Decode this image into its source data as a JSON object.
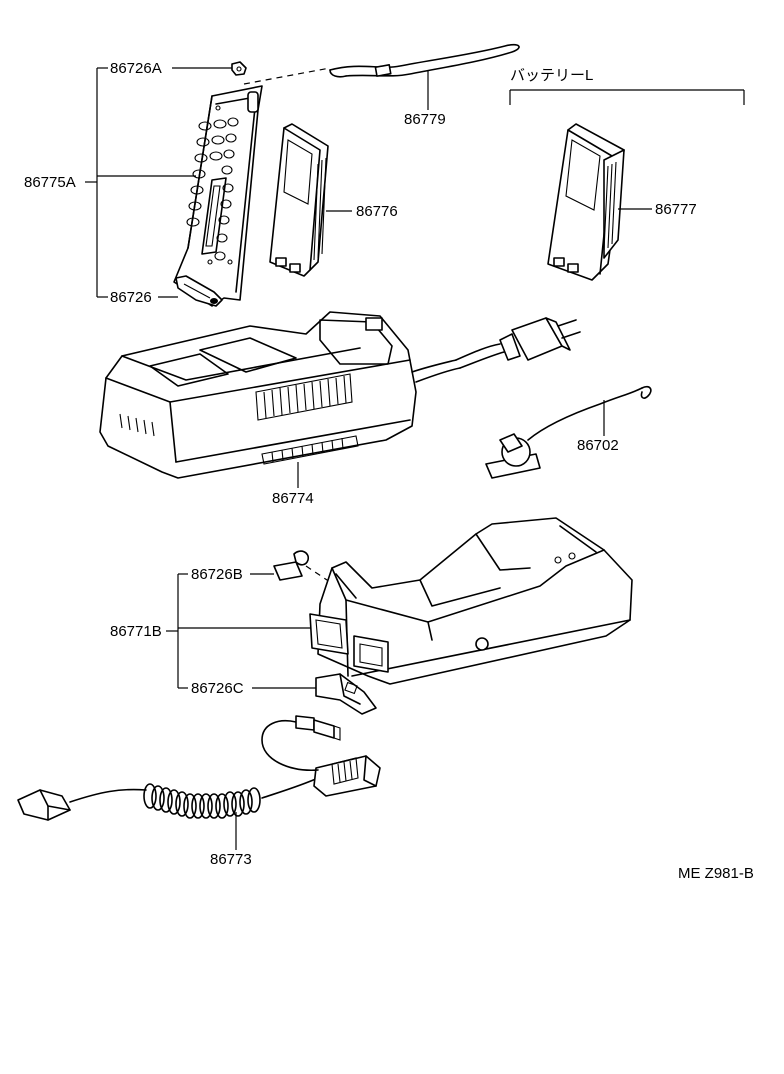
{
  "labels": {
    "p86726A": "86726A",
    "p86775A": "86775A",
    "p86726": "86726",
    "p86779": "86779",
    "p86776": "86776",
    "battery_group": "バッテリーL",
    "p86777": "86777",
    "p86774": "86774",
    "p86702": "86702",
    "p86726B": "86726B",
    "p86771B": "86771B",
    "p86726C": "86726C",
    "p86773": "86773",
    "diagram_code": "ME Z981-B"
  }
}
